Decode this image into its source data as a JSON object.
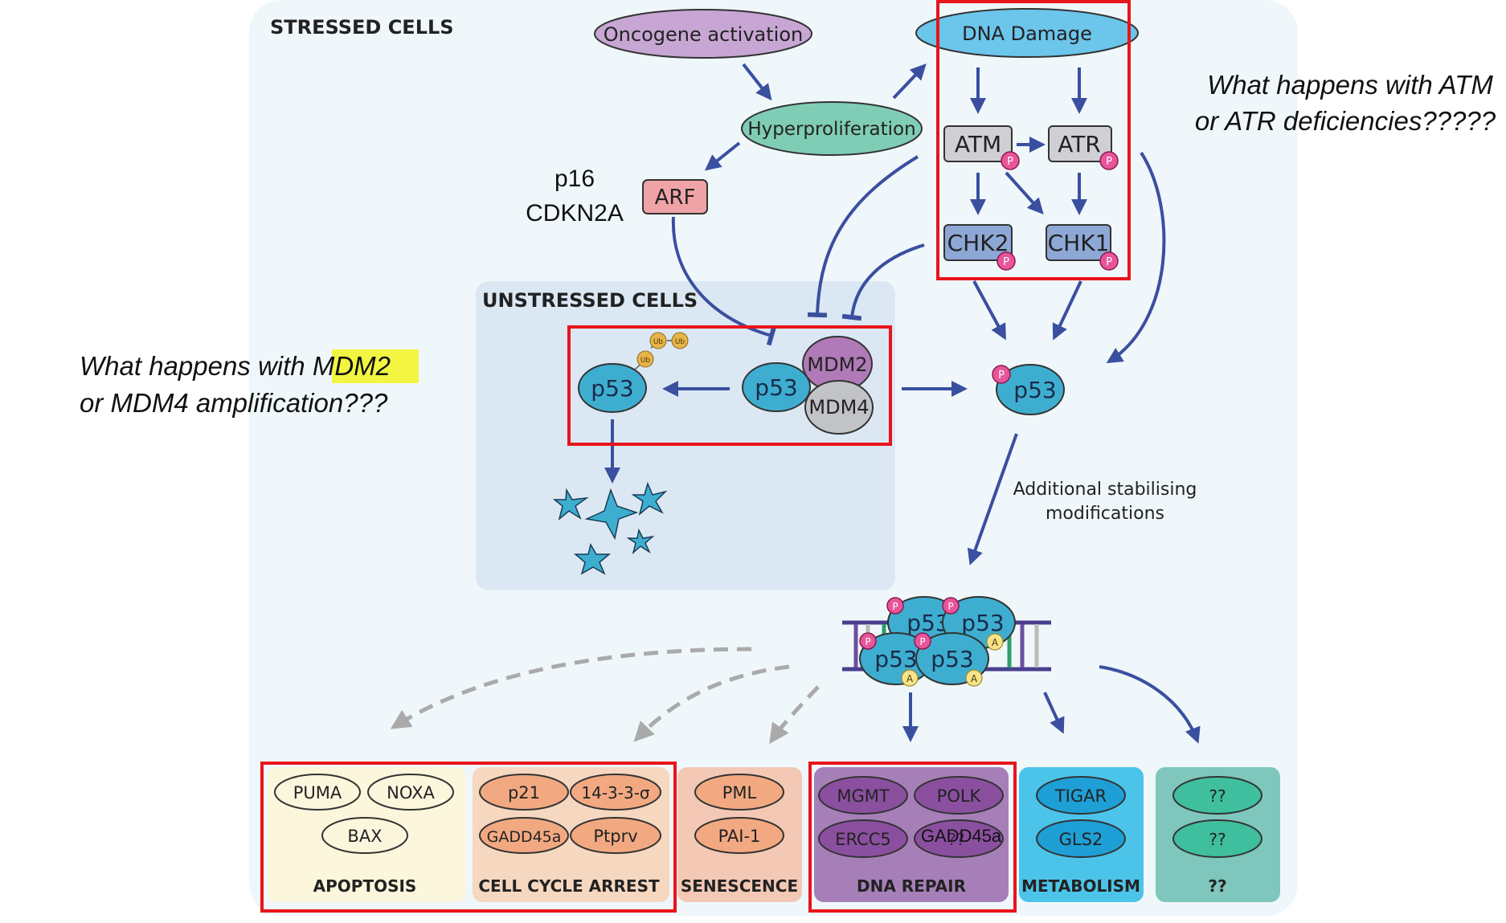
{
  "diagram": {
    "stressed_title": "STRESSED CELLS",
    "unstressed_title": "UNSTRESSED CELLS",
    "oncogene": "Oncogene activation",
    "dna_damage": "DNA Damage",
    "hyperproliferation": "Hyperproliferation",
    "arf": "ARF",
    "arf_aliases": [
      "p16",
      "CDKN2A"
    ],
    "atm": "ATM",
    "atr": "ATR",
    "chk2": "CHK2",
    "chk1": "CHK1",
    "phospho_mark": "P",
    "acetyl_mark": "A",
    "ubiquitin_mark": "Ub",
    "p53": "p53",
    "mdm2": "MDM2",
    "mdm4": "MDM4",
    "stabilising_note": [
      "Additional stabilising",
      "modifications"
    ]
  },
  "questions": {
    "atm_atr": [
      "What happens with ATM",
      "or ATR deficiencies?????"
    ],
    "mdm": {
      "prefix": "What happens with ",
      "highlight": "MDM2",
      "line2": "or MDM4 amplification???"
    }
  },
  "outcomes": [
    {
      "label": "APOPTOSIS",
      "genes": [
        "PUMA",
        "NOXA",
        "BAX"
      ]
    },
    {
      "label": "CELL CYCLE ARREST",
      "genes": [
        "p21",
        "14-3-3-σ",
        "GADD45a",
        "Ptprv"
      ]
    },
    {
      "label": "SENESCENCE",
      "genes": [
        "PML",
        "PAI-1"
      ]
    },
    {
      "label": "DNA REPAIR",
      "genes": [
        "MGMT",
        "POLK",
        "ERCC5",
        "GADD45a"
      ],
      "overlay": "??"
    },
    {
      "label": "METABOLISM",
      "genes": [
        "TIGAR",
        "GLS2"
      ]
    },
    {
      "label": "??",
      "genes": [
        "??",
        "??"
      ]
    }
  ],
  "colors": {
    "arrow": "#3b4fa0",
    "highlight_box": "#e8141b",
    "stressed_bg": "#f0f7fb",
    "unstressed_bg": "#dbe8f4",
    "oncogene": "#c7a6d4",
    "dna_damage": "#6cc5ea",
    "hyperproliferation": "#7fcdb5",
    "arf": "#f0a3a7",
    "kinase_gray": "#cfcfd4",
    "kinase_blue": "#8ea8d6",
    "p53": "#3eaed0",
    "mdm2": "#b07ab8",
    "mdm4": "#c2c3c6",
    "phospho": "#e8559a",
    "acetyl": "#f7e48a",
    "ubiquitin": "#e7b447",
    "apoptosis_bg": "#fbf6dc",
    "cellcycle_bg": "#f6d7bf",
    "senescence_bg": "#f3c8b5",
    "dnarepair_bg": "#a77fb8",
    "metabolism_bg": "#4cc4ea",
    "unknown_bg": "#7fc7bd",
    "mdm2_highlight": "#f2f542"
  },
  "icons": [
    "ubiquitin-chain-icon",
    "degraded-protein-fragments-icon",
    "dna-double-helix-icon"
  ]
}
